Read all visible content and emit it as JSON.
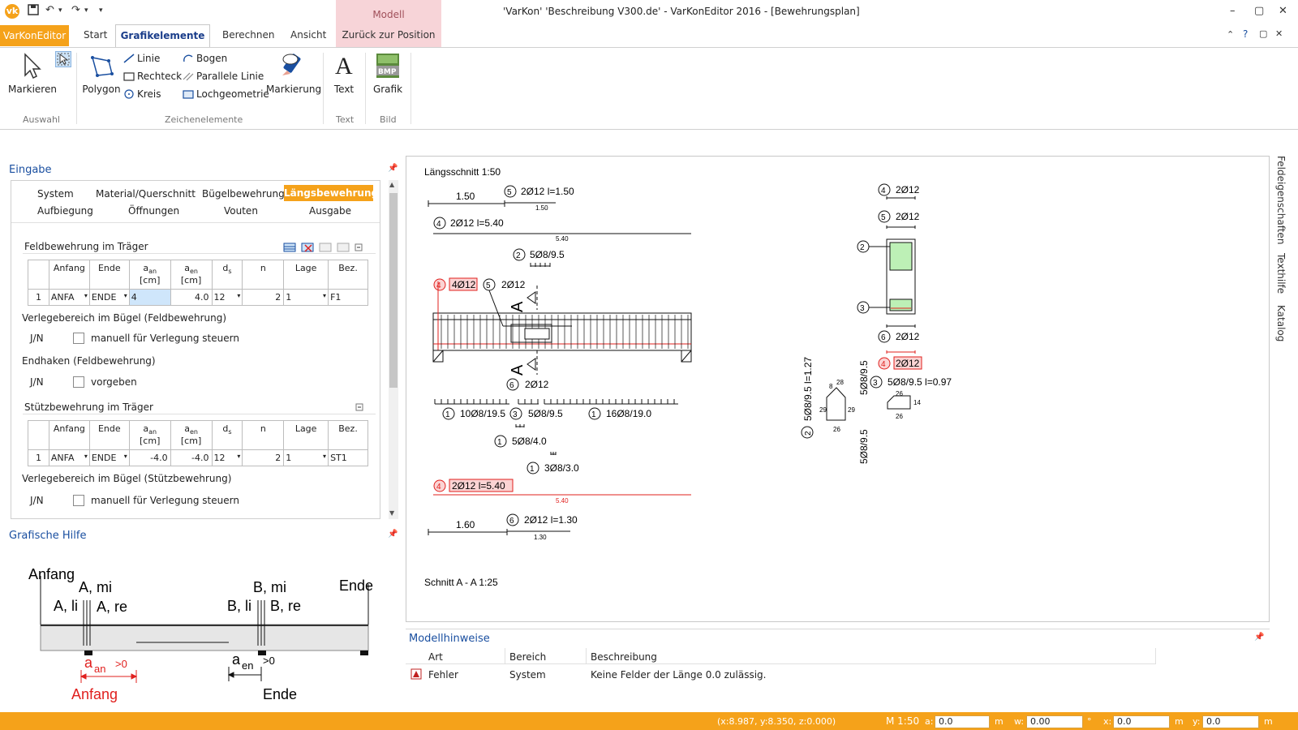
{
  "window": {
    "title": "'VarKon' 'Beschreibung V300.de' - VarKonEditor 2016 - [Bewehrungsplan]",
    "controls": [
      "–",
      "▢",
      "✕"
    ],
    "ribbon_controls": [
      "⌃",
      "?",
      "▢",
      "✕"
    ]
  },
  "ribbon_tabs": {
    "app": "VarKonEditor",
    "start": "Start",
    "active": "Grafikelemente",
    "berechnen": "Berechnen",
    "ansicht": "Ansicht",
    "context_title": "Modell",
    "context_tab": "Zurück zur Position"
  },
  "ribbon": {
    "markieren": "Markieren",
    "polygon": "Polygon",
    "linie": "Linie",
    "rechteck": "Rechteck",
    "kreis": "Kreis",
    "bogen": "Bogen",
    "parallele_linie": "Parallele Linie",
    "lochgeometrie": "Lochgeometrie",
    "markierung": "Markierung",
    "text": "Text",
    "grafik": "Grafik",
    "group_auswahl": "Auswahl",
    "group_zeichenelemente": "Zeichenelemente",
    "group_text": "Text",
    "group_bild": "Bild"
  },
  "eingabe": {
    "title": "Eingabe",
    "tabs": [
      "System",
      "Material/Querschnitt",
      "Bügelbewehrung",
      "Längsbewehrung",
      "Aufbiegung",
      "Öffnungen",
      "Vouten",
      "Ausgabe"
    ],
    "active_tab": "Längsbewehrung",
    "feld_title": "Feldbewehrung im Träger",
    "stuetz_title": "Stützbewehrung im Träger",
    "columns": [
      "",
      "Anfang",
      "Ende",
      "a an [cm]",
      "a en [cm]",
      "d s",
      "n",
      "Lage",
      "Bez."
    ],
    "col_aan": {
      "main": "a",
      "sub": "an",
      "unit": "[cm]"
    },
    "col_aen": {
      "main": "a",
      "sub": "en",
      "unit": "[cm]"
    },
    "col_ds": {
      "main": "d",
      "sub": "s"
    },
    "feld_row": {
      "nr": "1",
      "anfang": "ANFA",
      "ende": "ENDE",
      "aan": "4",
      "aen": "4.0",
      "ds": "12",
      "n": "2",
      "lage": "1",
      "bez": "F1"
    },
    "stuetz_row": {
      "nr": "1",
      "anfang": "ANFA",
      "ende": "ENDE",
      "aan": "-4.0",
      "aen": "-4.0",
      "ds": "12",
      "n": "2",
      "lage": "1",
      "bez": "ST1"
    },
    "verlege_feld": "Verlegebereich im Bügel (Feldbewehrung)",
    "verlege_stuetz": "Verlegebereich im Bügel (Stützbewehrung)",
    "jn": "J/N",
    "manuell": "manuell für Verlegung steuern",
    "endhaken": "Endhaken (Feldbewehrung)",
    "vorgeben": "vorgeben"
  },
  "grafische_hilfe": {
    "title": "Grafische Hilfe",
    "anfang": "Anfang",
    "ende": "Ende",
    "a_li": "A, li",
    "a_mi": "A, mi",
    "a_re": "A, re",
    "b_li": "B, li",
    "b_mi": "B, mi",
    "b_re": "B, re",
    "aan_label": "a",
    "aan_sub": "an",
    "aan_gt": ">0",
    "aen_label": "a",
    "aen_sub": "en",
    "aen_gt": ">0",
    "red_anfang": "Anfang",
    "black_ende": "Ende"
  },
  "drawing": {
    "laengsschnitt": "Längsschnitt 1:50",
    "schnitt": "Schnitt A - A 1:25",
    "t_150": "1.50",
    "t_5_2012_150": "2Ø12 l=1.50",
    "t_150_small": "1.50",
    "t_4_2012_540": "2Ø12 l=5.40",
    "t_540_small": "5.40",
    "t_2_5095": "5Ø8/9.5",
    "t_4_4012": "4Ø12",
    "t_5_2012": "2Ø12",
    "t_A": "A",
    "t_6_2012": "2Ø12",
    "t_1_10": "10Ø8/19.5",
    "t_3_5095": "5Ø8/9.5",
    "t_1_16": "16Ø8/19.0",
    "t_1_5040": "5Ø8/4.0",
    "t_1_3030": "3Ø8/3.0",
    "t_4_red": "2Ø12 l=5.40",
    "t_540_red": "5.40",
    "t_160": "1.60",
    "t_6_2012_130": "2Ø12 l=1.30",
    "t_130_small": "1.30",
    "t_v2": "5Ø8/9.5 l=1.27",
    "t_v_right": "5Ø8/9.5",
    "t_v_right2": "5Ø8/9.5",
    "s_4": "2Ø12",
    "s_5": "2Ø12",
    "s_6": "2Ø12",
    "s_4_red": "2Ø12",
    "s_3": "5Ø8/9.5 l=0.97",
    "dim_26": "26",
    "dim_29": "29",
    "dim_14": "14",
    "dim_28": "28",
    "dim_8": "8",
    "n1": "1",
    "n2": "2",
    "n3": "3",
    "n4": "4",
    "n5": "5",
    "n6": "6"
  },
  "right_tabs": [
    "Feldeigenschaften",
    "Texthilfe",
    "Katalog"
  ],
  "modellhinweise": {
    "title": "Modellhinweise",
    "headers": [
      "Art",
      "Bereich",
      "Beschreibung"
    ],
    "row": {
      "art": "Fehler",
      "bereich": "System",
      "beschreibung": "Keine Felder der Länge 0.0 zulässig."
    }
  },
  "status": {
    "coords": "(x:8.987, y:8.350, z:0.000)",
    "scale": "M 1:50",
    "a_label": "a:",
    "a_val": "0.0",
    "a_unit": "m",
    "w_label": "w:",
    "w_val": "0.00",
    "w_unit": "°",
    "x_label": "x:",
    "x_val": "0.0",
    "x_unit": "m",
    "y_label": "y:",
    "y_val": "0.0",
    "y_unit": "m"
  },
  "colors": {
    "accent": "#f5a21a",
    "blue": "#1a4fa0",
    "red": "#e0201e",
    "context": "#f7d4d8",
    "green_fill": "#bdf0b6"
  }
}
